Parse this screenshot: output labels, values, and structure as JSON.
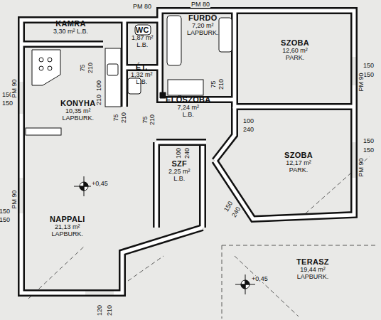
{
  "diagram": {
    "nodes": [
      {
        "text": [
          "KAMRA",
          "3,30 m² L.B."
        ]
      },
      {
        "text": [
          "WC",
          "1,87 m²",
          "L.B."
        ]
      },
      {
        "text": [
          "FÜRDŐ",
          "7,20 m²",
          "LAPBURK."
        ]
      },
      {
        "text": [
          "SZOBA",
          "12,60 m²",
          "PARK."
        ]
      },
      {
        "text": [
          "ÉT.",
          "1,32 m²",
          "L.B."
        ]
      },
      {
        "text": [
          "KONYHA",
          "10,35 m²",
          "LAPBURK."
        ]
      },
      {
        "text": [
          "ELŐSZOBA",
          "7,24 m²",
          "L.B."
        ]
      },
      {
        "text": [
          "SZOBA",
          "12,17 m²",
          "PARK."
        ]
      },
      {
        "text": [
          "SZF",
          "2,25 m²",
          "L.B."
        ]
      },
      {
        "text": [
          "NAPPALI",
          "21,13 m²",
          "LAPBURK."
        ]
      },
      {
        "text": [
          "TERASZ",
          "19,44 m²",
          "LAPBURK."
        ]
      }
    ],
    "labels": [
      "PM 80",
      "PM 80",
      "75",
      "210",
      "100",
      "210",
      "75",
      "210",
      "75",
      "210",
      "75",
      "210",
      "100",
      "240",
      "100",
      "240",
      "150",
      "240",
      "150",
      "150",
      "PM 90",
      "PM 90",
      "150",
      "150",
      "150",
      "150",
      "PM 90",
      "150",
      "150",
      "PM 90",
      "+0,45",
      "+0,45",
      "120",
      "210"
    ]
  }
}
